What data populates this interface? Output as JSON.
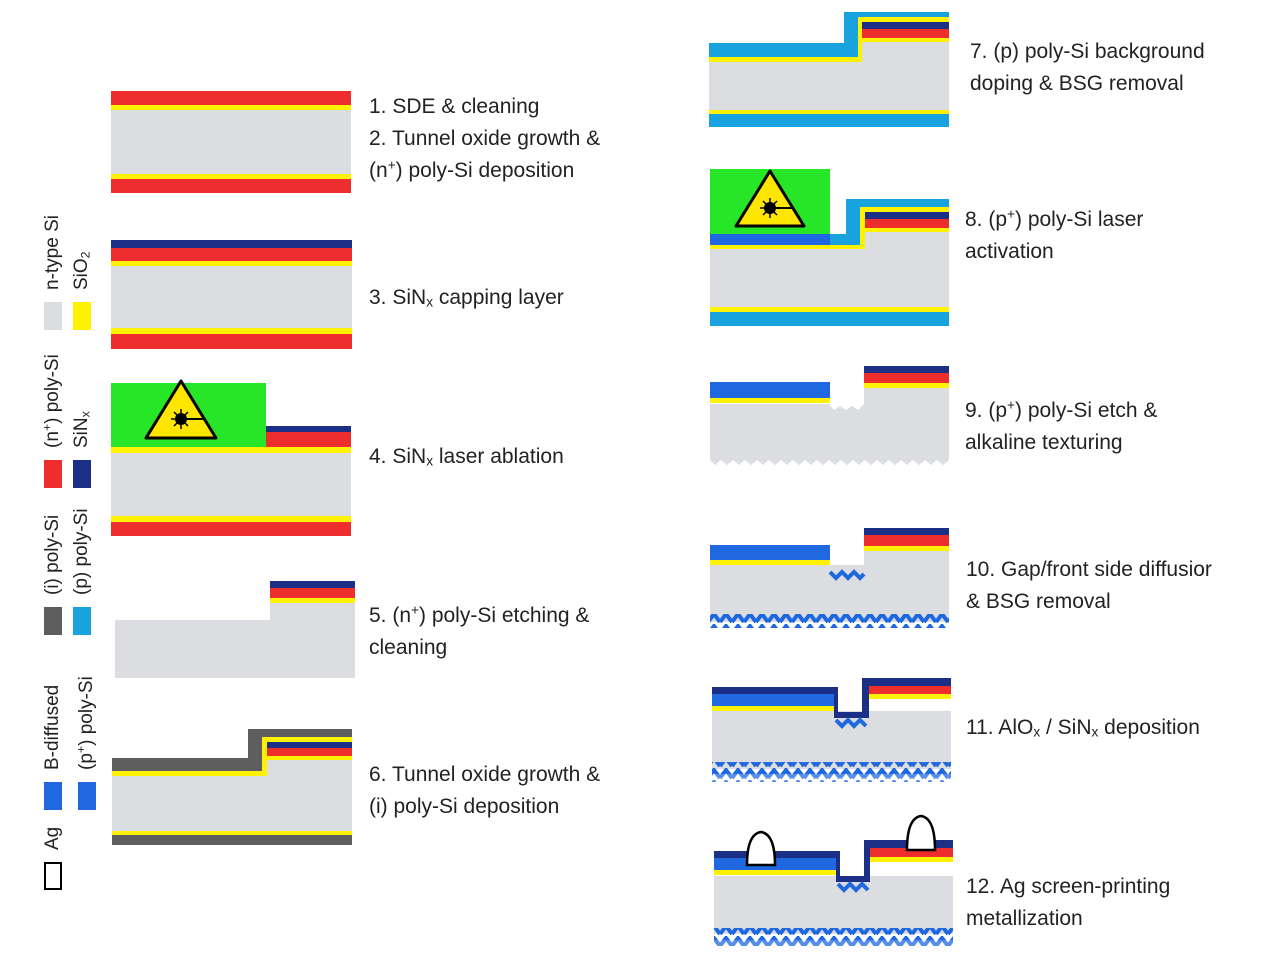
{
  "steps": [
    {
      "id": "s1",
      "lines": [
        "1. SDE & cleaning",
        "2. Tunnel oxide growth &",
        "(n<sup>+</sup>) poly-Si deposition"
      ]
    },
    {
      "id": "s3",
      "lines": [
        "3. SiN<sub>x</sub> capping layer"
      ]
    },
    {
      "id": "s4",
      "lines": [
        "4. SiN<sub>x</sub> laser ablation"
      ]
    },
    {
      "id": "s5",
      "lines": [
        "5. (n<sup>+</sup>) poly-Si etching &",
        "cleaning"
      ]
    },
    {
      "id": "s6",
      "lines": [
        "6. Tunnel oxide growth &",
        "(i) poly-Si deposition"
      ]
    },
    {
      "id": "s7",
      "lines": [
        "7. (p) poly-Si  background",
        "doping & BSG removal"
      ]
    },
    {
      "id": "s8",
      "lines": [
        "8. (p<sup>+</sup>) poly-Si laser",
        "activation"
      ]
    },
    {
      "id": "s9",
      "lines": [
        "9. (p<sup>+</sup>) poly-Si etch &",
        "alkaline texturing"
      ]
    },
    {
      "id": "s10",
      "lines": [
        "10. Gap/front side diffusior",
        "& BSG removal"
      ]
    },
    {
      "id": "s11",
      "lines": [
        "11. AlO<sub>x</sub> / SiN<sub>x</sub> deposition"
      ]
    },
    {
      "id": "s12",
      "lines": [
        "12. Ag screen-printing",
        "metallization"
      ]
    }
  ],
  "legend": [
    {
      "id": "n-type-si",
      "label": "n-type Si",
      "color": "#dcdde0"
    },
    {
      "id": "sio2",
      "label": "SiO<sub>2</sub>",
      "color": "#fff200"
    },
    {
      "id": "n-plus-poly-si",
      "label": "(n<sup>+</sup>) poly-Si",
      "color": "#ee2d2d"
    },
    {
      "id": "sinx",
      "label": "SiN<sub>x</sub>",
      "color": "#1c2f86"
    },
    {
      "id": "i-poly-si",
      "label": "(i) poly-Si",
      "color": "#5e5e5e"
    },
    {
      "id": "p-poly-si",
      "label": "(p) poly-Si",
      "color": "#19a3de"
    },
    {
      "id": "b-diffused",
      "label": "B-diffused",
      "color": "#1f68e0"
    },
    {
      "id": "p-plus-poly-si",
      "label": "(p<sup>+</sup>) poly-Si",
      "color": "#1f68e0"
    },
    {
      "id": "ag",
      "label": "Ag",
      "color": "#ffffff"
    }
  ],
  "colors": {
    "si": "#dcdde0",
    "sio2": "#fff200",
    "npoly": "#ee2d2d",
    "sinx": "#1c2f86",
    "ipoly": "#5e5e5e",
    "ppoly": "#19a3de",
    "bdiff": "#1f68e0",
    "pplus": "#1f68e0",
    "laser": "#27e627",
    "warning": "#ffe600",
    "ag": "#ffffff"
  }
}
